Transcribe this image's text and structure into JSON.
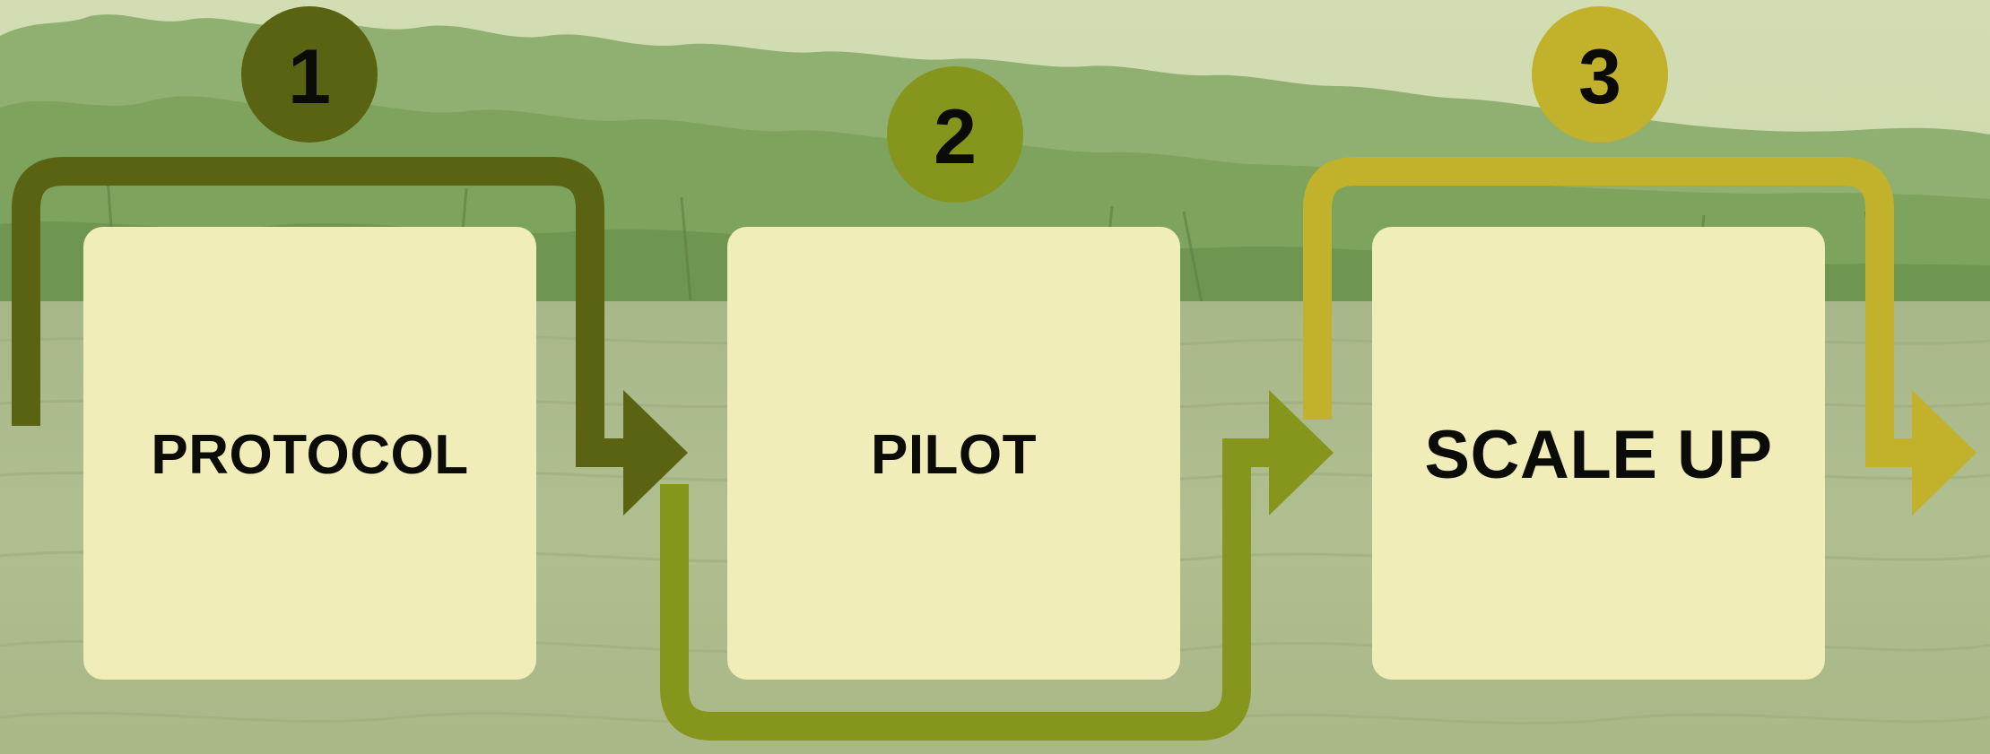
{
  "steps": [
    {
      "number": "1",
      "label": "PROTOCOL",
      "color": "#5a6311"
    },
    {
      "number": "2",
      "label": "PILOT",
      "color": "#86951c"
    },
    {
      "number": "3",
      "label": "SCALE UP",
      "color": "#c2b12b"
    }
  ],
  "colors": {
    "box_fill": "#f0edb9",
    "sky": "#cbd7aa",
    "trees": "#86a869",
    "water": "#a9b789",
    "text": "#0b0b08"
  },
  "background": "mangrove-river-photo"
}
